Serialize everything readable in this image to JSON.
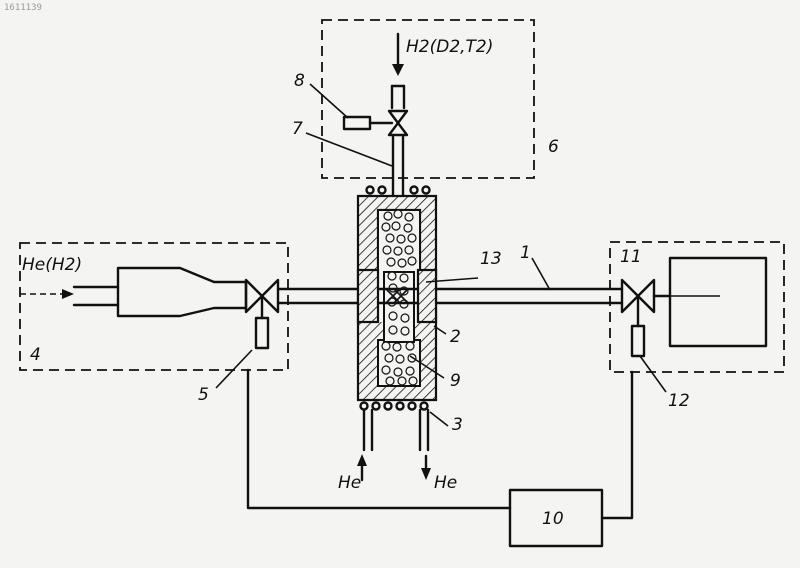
{
  "corner_stamp": "1611139",
  "labels": {
    "gas_in_top": "H2(D2,T2)",
    "gas_in_left": "He(H2)",
    "he_in": "He",
    "he_out": "He",
    "n1": "1",
    "n2": "2",
    "n3": "3",
    "n4": "4",
    "n5": "5",
    "n6": "6",
    "n7": "7",
    "n8": "8",
    "n9": "9",
    "n10": "10",
    "n11": "11",
    "n12": "12",
    "n13": "13"
  }
}
